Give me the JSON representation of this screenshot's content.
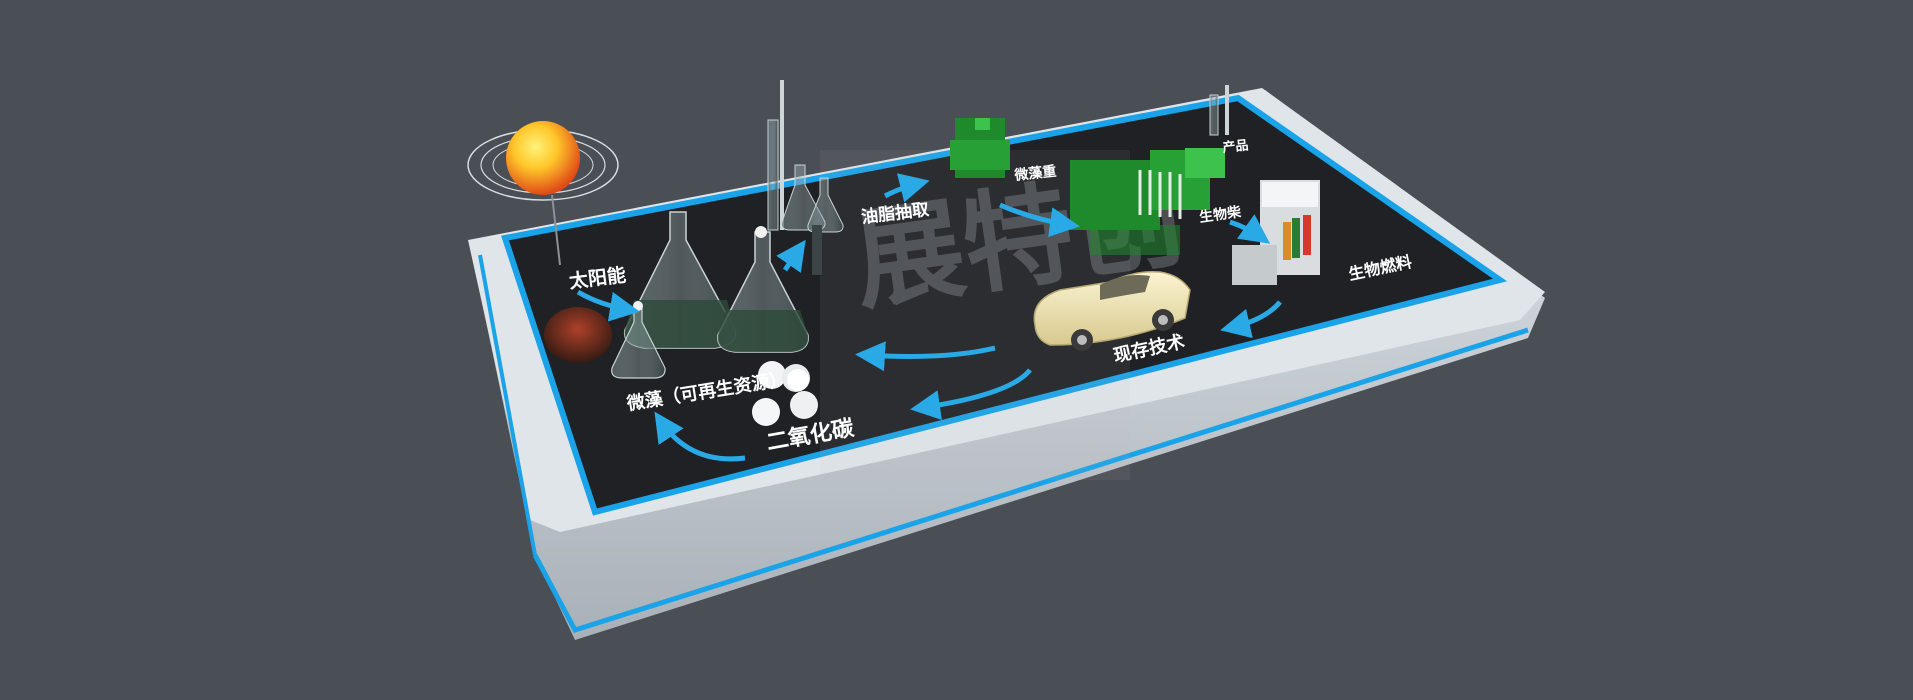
{
  "labels": {
    "solar": "太阳能",
    "microalgae": "微藻（可再生资源）",
    "co2": "二氧化碳",
    "oil_extraction": "油脂抽取",
    "microalgae_refining": "微藻重",
    "by_product": "产品",
    "biodiesel": "生物柴",
    "biofuel": "生物燃料",
    "existing_tech": "现存技术"
  },
  "watermark": "展特创",
  "colors": {
    "background": "#4a4e55",
    "platform_base": "#c9d0d6",
    "platform_top": "#1f2124",
    "accent_blue": "#1aa3e8",
    "arrow_blue": "#29a9e6",
    "algae_green": "#1f8a2c",
    "car": "#f1e6b5",
    "sun_core": "#ffd23a",
    "sun_edge": "#e8581c"
  },
  "icons": [
    "sun-icon",
    "flask-icon",
    "co2-balls-icon",
    "algae-plant-icon",
    "fuel-pump-icon",
    "car-icon"
  ]
}
